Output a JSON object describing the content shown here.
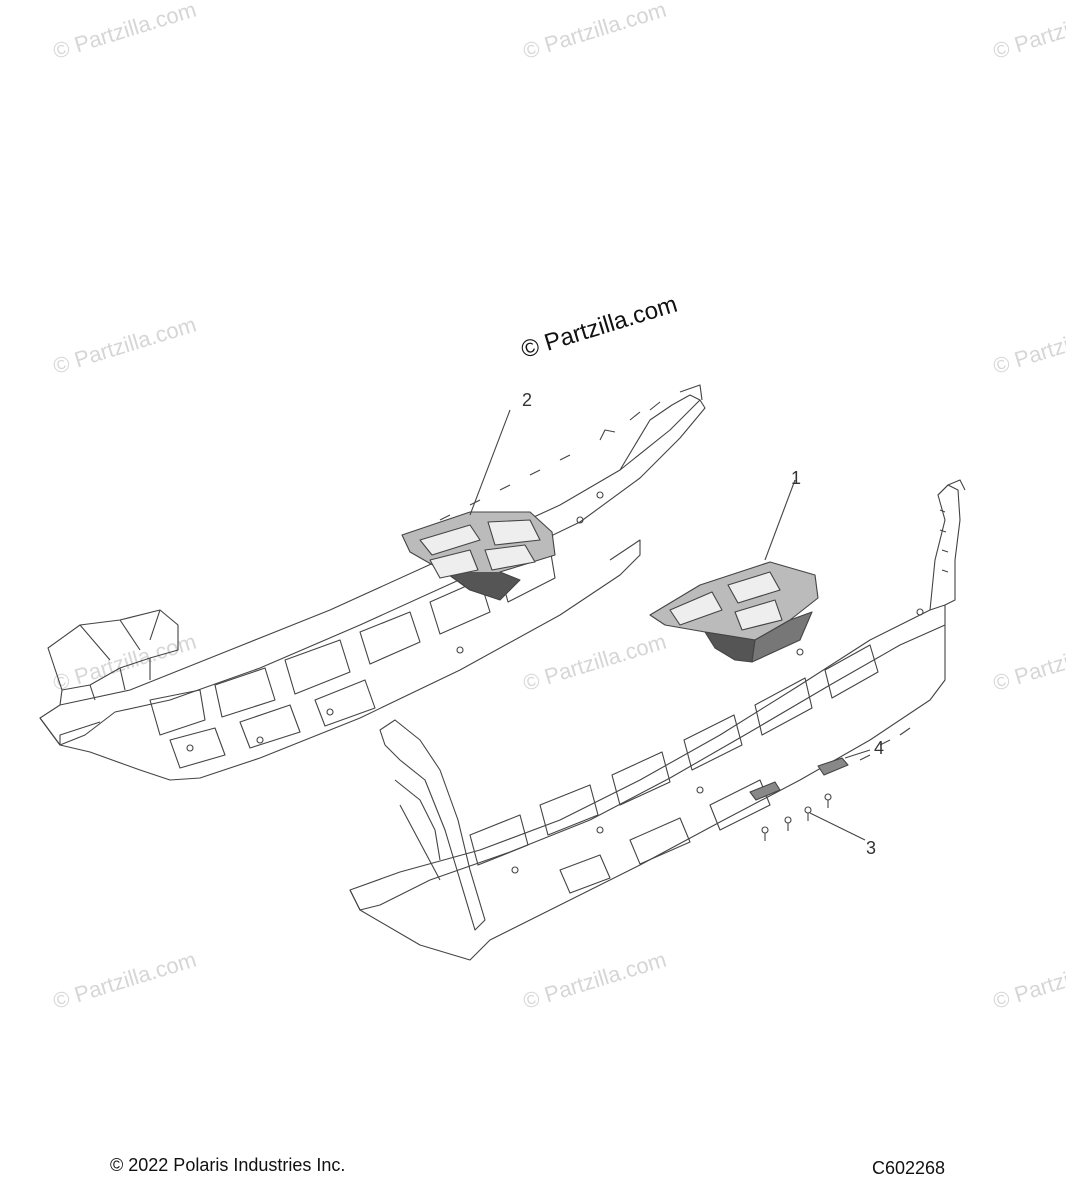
{
  "watermark": "© Partzilla.com",
  "callouts": {
    "c1": "1",
    "c2": "2",
    "c3": "3",
    "c4": "4"
  },
  "footer": {
    "copyright": "© 2022 Polaris Industries Inc.",
    "figure_id": "C602268"
  }
}
